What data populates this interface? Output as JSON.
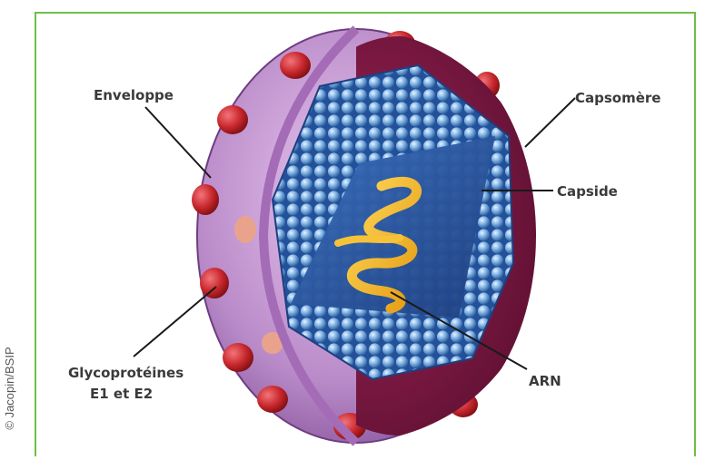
{
  "credit": "© Jacopin/BSIP",
  "labels": {
    "enveloppe": "Enveloppe",
    "capsomere": "Capsomère",
    "capside": "Capside",
    "arn": "ARN",
    "glyco_line1": "Glycoprotéines",
    "glyco_line2": "E1 et E2"
  },
  "colors": {
    "frame": "#6cc04a",
    "envelope": "#b27cc2",
    "envelope_inner": "#7a1540",
    "spike": "#c8262b",
    "capsid": "#2a5fa8",
    "capsomere": "#7fb2e4",
    "rna": "#f0b11c"
  }
}
